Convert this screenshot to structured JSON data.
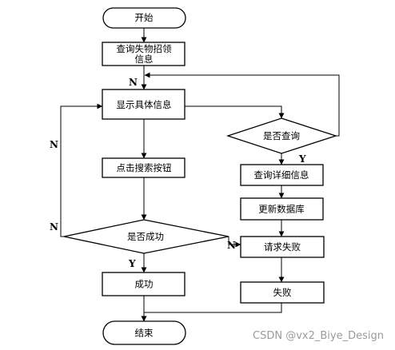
{
  "nodes": {
    "start": [
      "开始"
    ],
    "query_lost": [
      "查询失物招领",
      "信息"
    ],
    "show_detail": [
      "显示具体信息"
    ],
    "click_search": [
      "点击搜索按钮"
    ],
    "is_success": [
      "是否成功"
    ],
    "success": [
      "成功"
    ],
    "end": [
      "结束"
    ],
    "is_query": [
      "是否查询"
    ],
    "query_detail": [
      "查询详细信息"
    ],
    "update_db": [
      "更新数据库"
    ],
    "request_fail": [
      "请求失败"
    ],
    "fail": [
      "失败"
    ]
  },
  "labels": {
    "n_top": "N",
    "n_left_upper": "N",
    "n_left_lower": "N",
    "n_right": "N",
    "y_query": "Y",
    "y_success": "Y"
  },
  "watermark": "CSDN @vx2_Biye_Design"
}
